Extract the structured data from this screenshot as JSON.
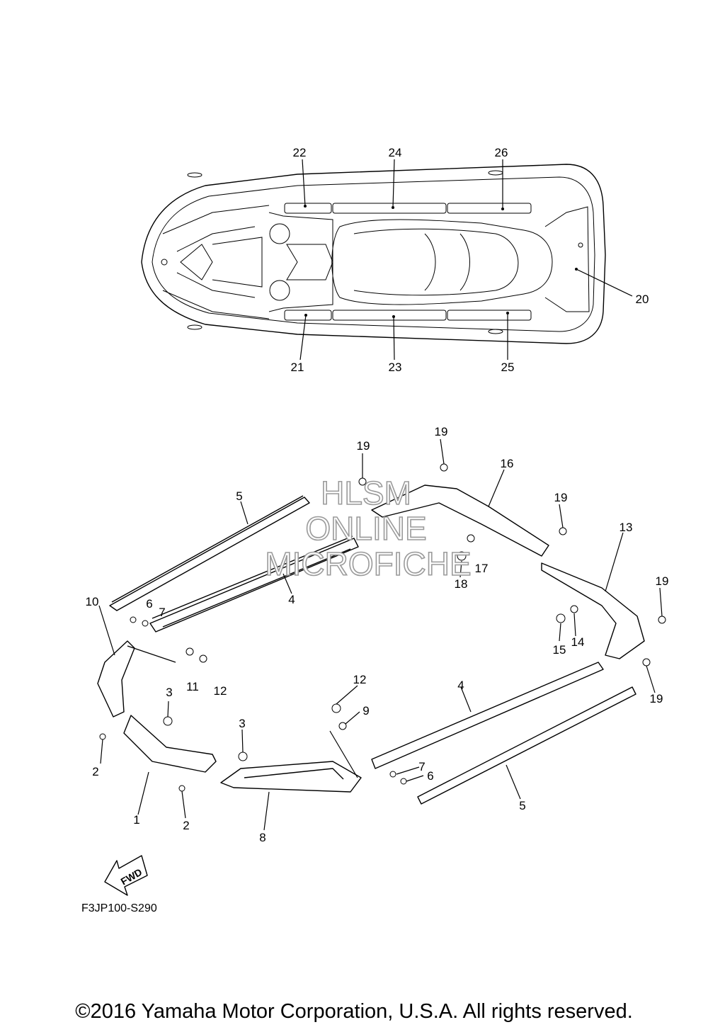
{
  "callouts": {
    "c1": "1",
    "c2a": "2",
    "c2b": "2",
    "c3a": "3",
    "c3b": "3",
    "c4a": "4",
    "c4b": "4",
    "c5a": "5",
    "c5b": "5",
    "c6a": "6",
    "c6b": "6",
    "c7a": "7",
    "c7b": "7",
    "c8": "8",
    "c9": "9",
    "c10": "10",
    "c11": "11",
    "c12a": "12",
    "c12b": "12",
    "c13": "13",
    "c14": "14",
    "c15": "15",
    "c16": "16",
    "c17": "17",
    "c18": "18",
    "c19a": "19",
    "c19b": "19",
    "c19c": "19",
    "c19d": "19",
    "c19e": "19",
    "c20": "20",
    "c21": "21",
    "c22": "22",
    "c23": "23",
    "c24": "24",
    "c25": "25",
    "c26": "26"
  },
  "watermark": {
    "line1": "HLSM",
    "line2": "ONLINE",
    "line3": "MICROFICHE"
  },
  "fwd_label": "FWD",
  "diagram_code": "F3JP100-S290",
  "copyright": "©2016 Yamaha Motor Corporation, U.S.A. All rights reserved."
}
